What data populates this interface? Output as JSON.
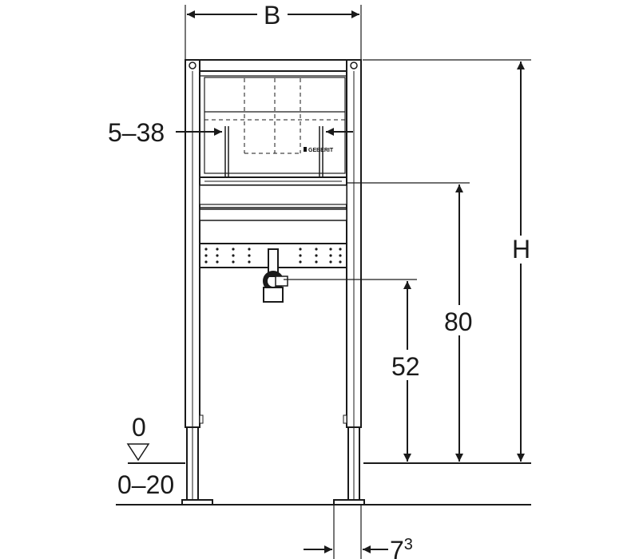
{
  "diagram": {
    "dimensions": {
      "width": "B",
      "height": "H",
      "adjust": "5–38",
      "top_height": "80",
      "outlet_height": "52",
      "floor_zero": "0",
      "floor_range": "0–20",
      "foot_base": "7",
      "foot_exp": "3"
    },
    "brand": "GEBERIT",
    "colors": {
      "stroke": "#1a1a1a",
      "fill": "#ffffff"
    }
  }
}
